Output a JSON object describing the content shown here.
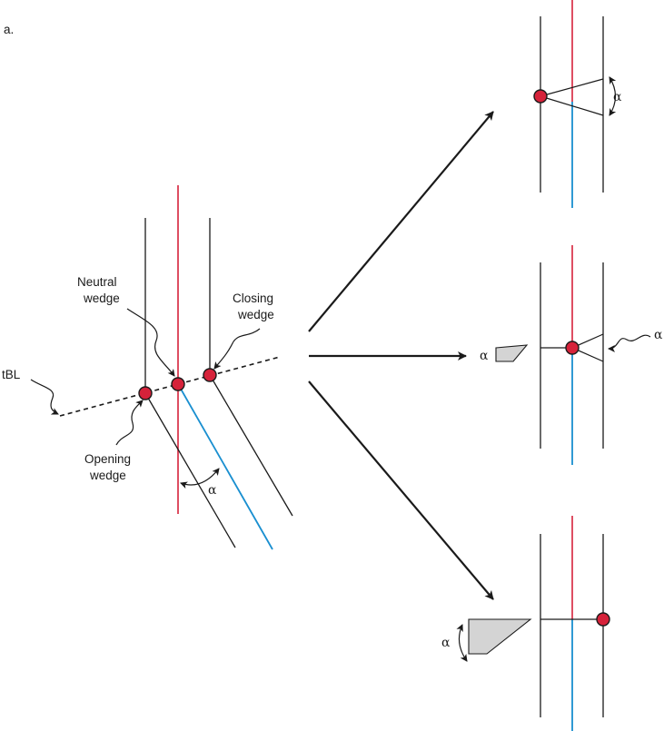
{
  "panel_label": "a.",
  "labels": {
    "neutral_line1": "Neutral",
    "neutral_line2": "wedge",
    "closing_line1": "Closing",
    "closing_line2": "wedge",
    "opening_line1": "Opening",
    "opening_line2": "wedge",
    "tbl": "tBL",
    "alpha": "α"
  },
  "colors": {
    "reference_line": "#d6223a",
    "deviated_line": "#1a8fd0",
    "hinge_point": "#d6223a",
    "wedge_fill": "#d4d4d4",
    "outline": "#1a1a1a"
  }
}
